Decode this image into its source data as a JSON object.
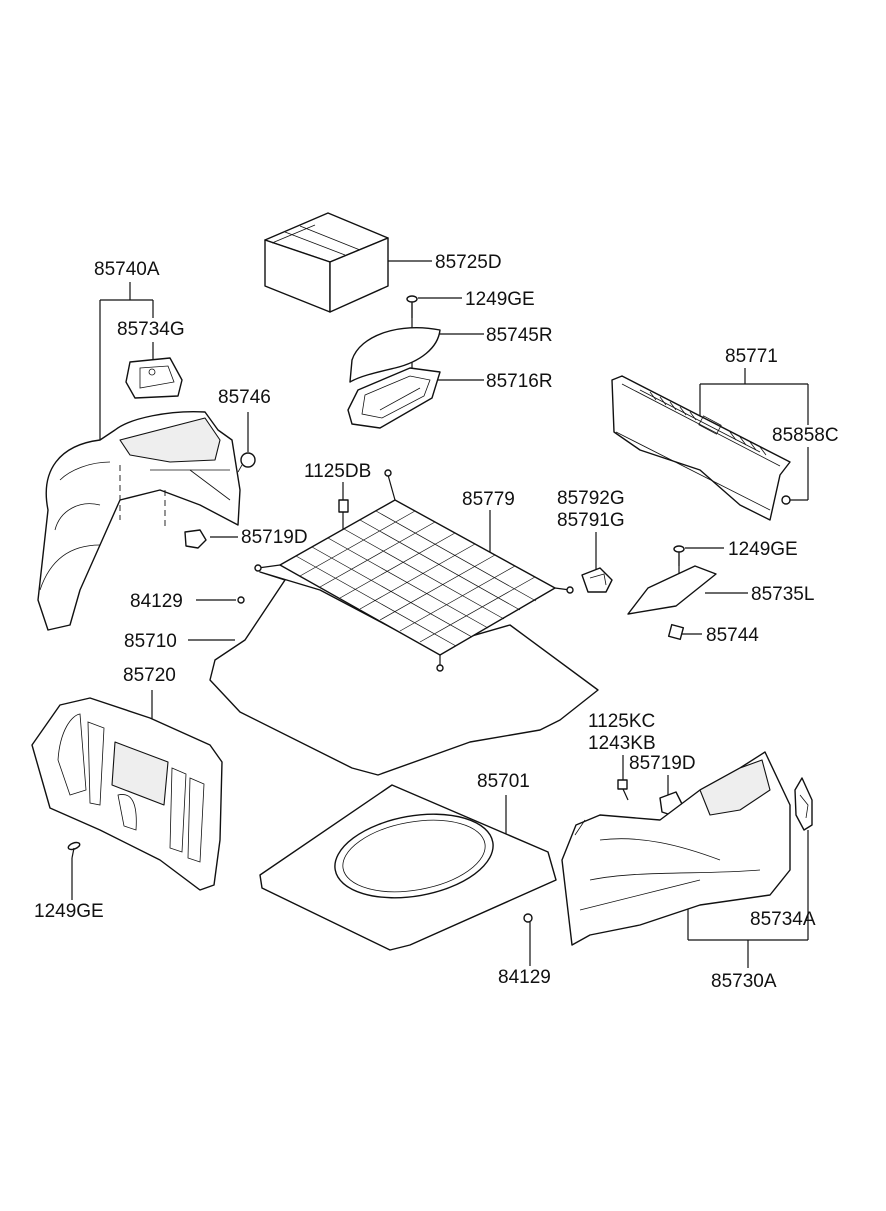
{
  "part_labels": {
    "p85740A": "85740A",
    "p85734G": "85734G",
    "p85746": "85746",
    "p85725D": "85725D",
    "p1249GE_top": "1249GE",
    "p85745R": "85745R",
    "p85716R": "85716R",
    "p85771": "85771",
    "p85858C": "85858C",
    "p1125DB": "1125DB",
    "p85779": "85779",
    "p85792G": "85792G",
    "p85791G": "85791G",
    "p85719D_left": "85719D",
    "p1249GE_right": "1249GE",
    "p84129_left": "84129",
    "p85735L": "85735L",
    "p85710": "85710",
    "p85744": "85744",
    "p85720": "85720",
    "p1125KC": "1125KC",
    "p1243KB": "1243KB",
    "p85719D_right": "85719D",
    "p85701": "85701",
    "p1249GE_bottom": "1249GE",
    "p85734A": "85734A",
    "p84129_bottom": "84129",
    "p85730A": "85730A"
  }
}
